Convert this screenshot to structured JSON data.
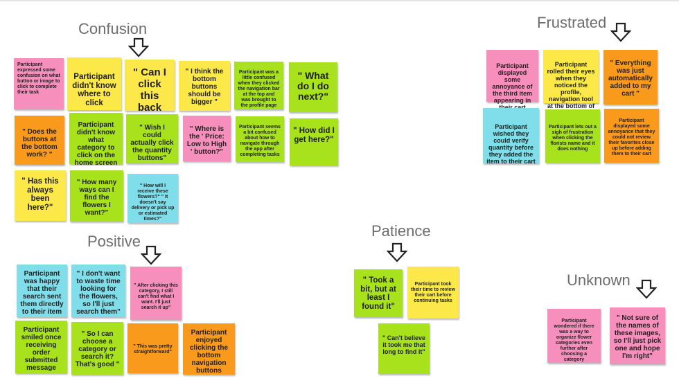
{
  "groups": {
    "confusion": {
      "title": "Confusion",
      "notes": [
        "Participant expressed some confusion on what button or image to click to complete their task",
        "Participant didn't know where to click",
        "\" Can I click this back button?\"",
        "\" I think the bottom buttons should be bigger \"",
        "Participant was a little confused when they clicked the navigation bar at the top and was brought to the profile page",
        "\" What do I do next?\"",
        "\" Does the buttons at the bottom work? \"",
        "Participant didn't know what category to click on the home screen",
        "\" Wish I could actually click the quantity buttons\"",
        "\" Where is the ' Price: Low to High ' button?\"",
        "Participant seems a bit confused about how to navigate through the app after completing tasks",
        "\" How did I get here?\"",
        "\" Has this always been here?\"",
        "\" How many ways can I find the flowers I want?\"",
        "\" How will I receive these flowers?\"  \" It doesn't say delivery or pick up or estimated times?\""
      ]
    },
    "frustrated": {
      "title": "Frustrated",
      "notes": [
        "Participant displayed some annoyance of the third item appearing in their cart",
        "Participant rolled their eyes when they noticed the profile, navigation tool at the bottom of the screen",
        "\" Everything was just automatically added to my cart \"",
        "Participant wished they could verify quantity before they added the item to their cart",
        "Participant lets out a sigh of frustration when clicking the florists name and it does nothing",
        "Participant displayed some annoyance that they could not review their favorites close up before adding them to their cart"
      ]
    },
    "positive": {
      "title": "Positive",
      "notes": [
        "Participant was happy that their search sent them directly to their item",
        "\" I don't want to waste time looking for the flowers, so I'll just search them\"",
        "\" After clicking this category, I still can't find what I want. I'll just search it up\"",
        "Participant smiled once receiving order submitted message",
        "\" So I can choose a category or search it? That's good \"",
        "\" This was pretty straightforward\"",
        "Participant enjoyed clicking the bottom navigation buttons"
      ]
    },
    "patience": {
      "title": "Patience",
      "notes": [
        "\" Took a bit, but at least I found it\"",
        "Participant took their time to review their cart before continuing tasks",
        "\" Can't believe it took me that long to find it\""
      ]
    },
    "unknown": {
      "title": "Unknown",
      "notes": [
        "Participant wondered if there was a way to organize flower categories even further after choosing a category",
        "\" Not sure of the names of these images, so I'll just pick one and hope I'm right\""
      ]
    }
  }
}
